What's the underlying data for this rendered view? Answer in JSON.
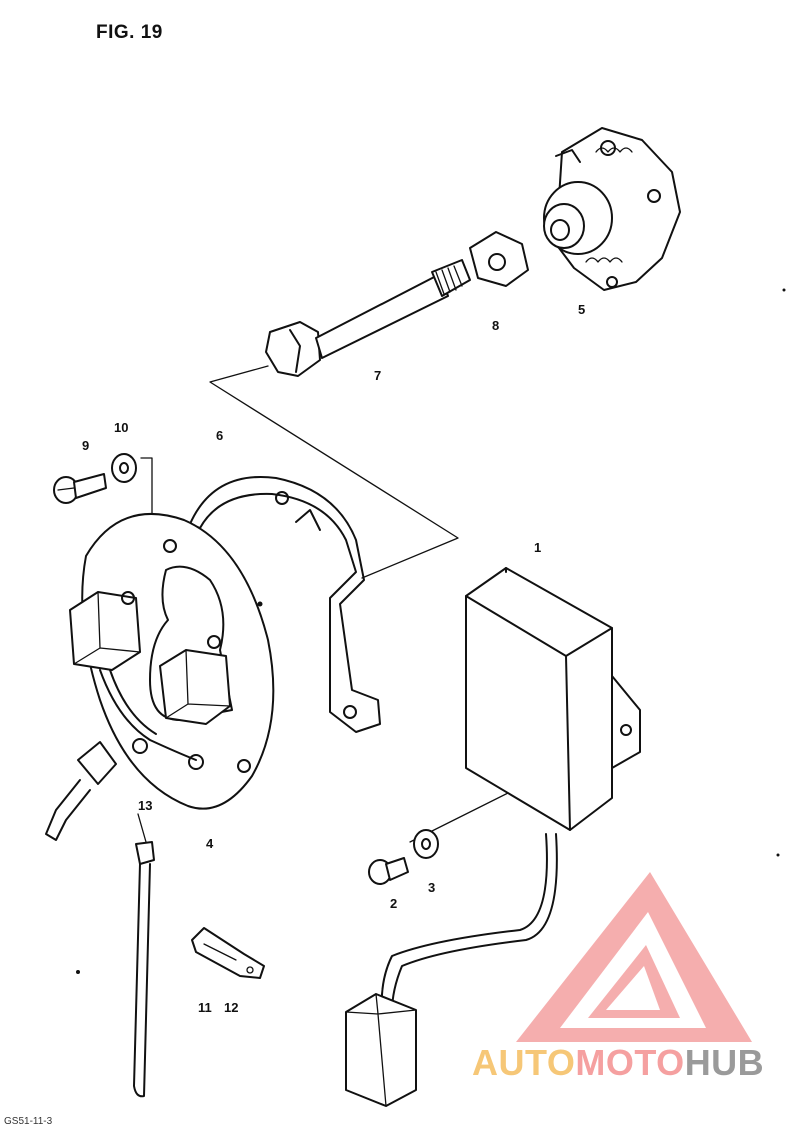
{
  "figure": {
    "title": "FIG. 19"
  },
  "callouts": {
    "c1": "1",
    "c2": "2",
    "c3": "3",
    "c4": "4",
    "c5": "5",
    "c6": "6",
    "c7": "7",
    "c8": "8",
    "c9": "9",
    "c10": "10",
    "c11": "11",
    "c12": "12",
    "c13": "13"
  },
  "footer": "GS51-11-3",
  "watermark": {
    "auto": "AUTO",
    "moto": "MOTO",
    "hub": "HUB",
    "colors": {
      "auto": "#f6c777",
      "moto": "#f5a0a0",
      "hub": "#9a9a9a"
    }
  }
}
